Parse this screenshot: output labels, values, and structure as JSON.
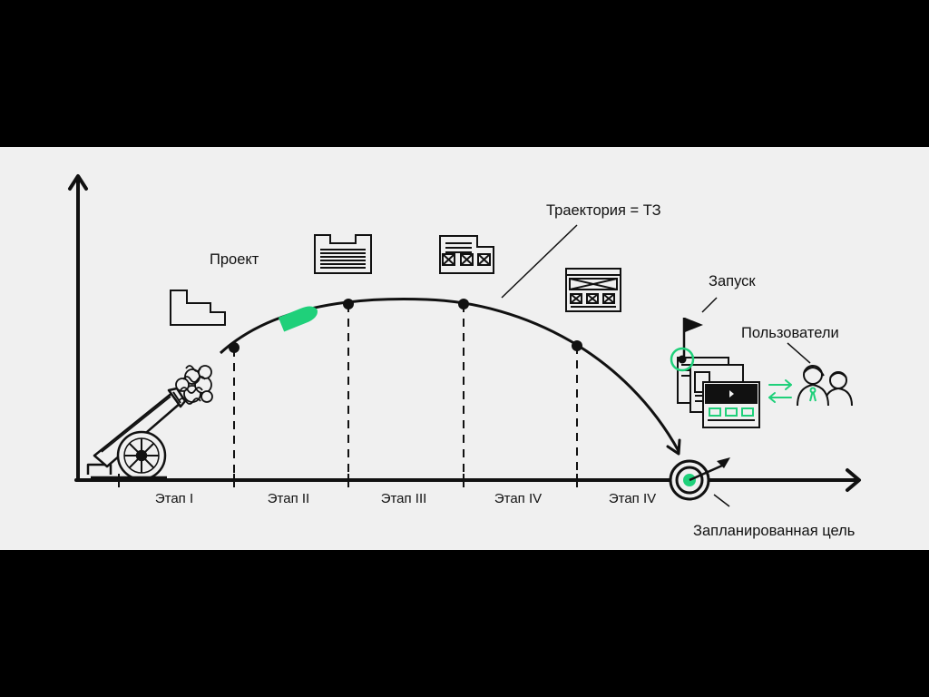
{
  "stages": [
    "Этап I",
    "Этап II",
    "Этап III",
    "Этап IV",
    "Этап IV"
  ],
  "labels": {
    "project": "Проект",
    "trajectory": "Траектория = ТЗ",
    "launch": "Запуск",
    "users": "Пользователи",
    "target": "Запланированная цель"
  },
  "colors": {
    "accent": "#1fd07a",
    "ink": "#111111",
    "background": "#f0f0f0"
  }
}
